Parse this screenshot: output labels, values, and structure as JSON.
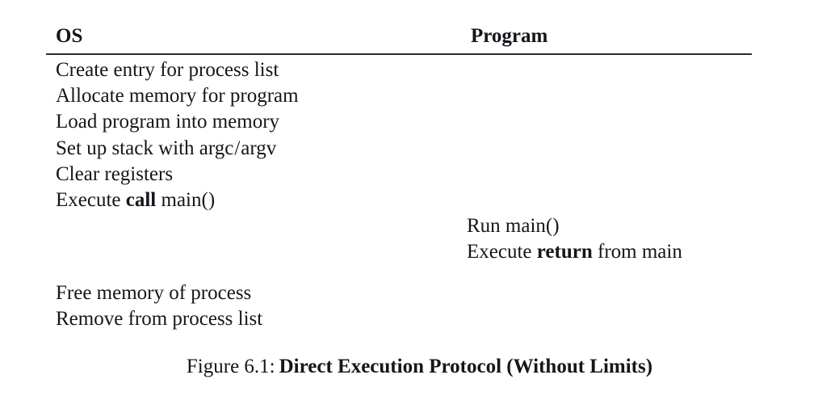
{
  "figure": {
    "columns": [
      {
        "key": "os",
        "label": "OS"
      },
      {
        "key": "program",
        "label": "Program"
      }
    ],
    "rows": [
      {
        "os_pre": "Create entry for process list",
        "os_kw": "",
        "os_post": "",
        "program_pre": "",
        "program_kw": "",
        "program_post": ""
      },
      {
        "os_pre": "Allocate memory for program",
        "os_kw": "",
        "os_post": "",
        "program_pre": "",
        "program_kw": "",
        "program_post": ""
      },
      {
        "os_pre": "Load program into memory",
        "os_kw": "",
        "os_post": "",
        "program_pre": "",
        "program_kw": "",
        "program_post": ""
      },
      {
        "os_pre": "Set up stack with argc",
        "os_kw": "",
        "os_post": "argv",
        "os_slash": "/",
        "program_pre": "",
        "program_kw": "",
        "program_post": ""
      },
      {
        "os_pre": "Clear registers",
        "os_kw": "",
        "os_post": "",
        "program_pre": "",
        "program_kw": "",
        "program_post": ""
      },
      {
        "os_pre": "Execute ",
        "os_kw": "call",
        "os_post": " main()",
        "program_pre": "",
        "program_kw": "",
        "program_post": ""
      },
      {
        "os_pre": "",
        "os_kw": "",
        "os_post": "",
        "program_pre": "Run main()",
        "program_kw": "",
        "program_post": ""
      },
      {
        "os_pre": "",
        "os_kw": "",
        "os_post": "",
        "program_pre": "Execute ",
        "program_kw": "return",
        "program_post": " from main"
      },
      {
        "os_pre": "Free memory of process",
        "os_kw": "",
        "os_post": "",
        "program_pre": "",
        "program_kw": "",
        "program_post": ""
      },
      {
        "os_pre": "Remove from process list",
        "os_kw": "",
        "os_post": "",
        "program_pre": "",
        "program_kw": "",
        "program_post": ""
      }
    ],
    "caption": {
      "number": "Figure 6.1:",
      "title": "Direct Execution Protocol (Without Limits)"
    }
  },
  "colors": {
    "text": "#15151c",
    "rule": "#2b2b30",
    "background": "#ffffff"
  }
}
